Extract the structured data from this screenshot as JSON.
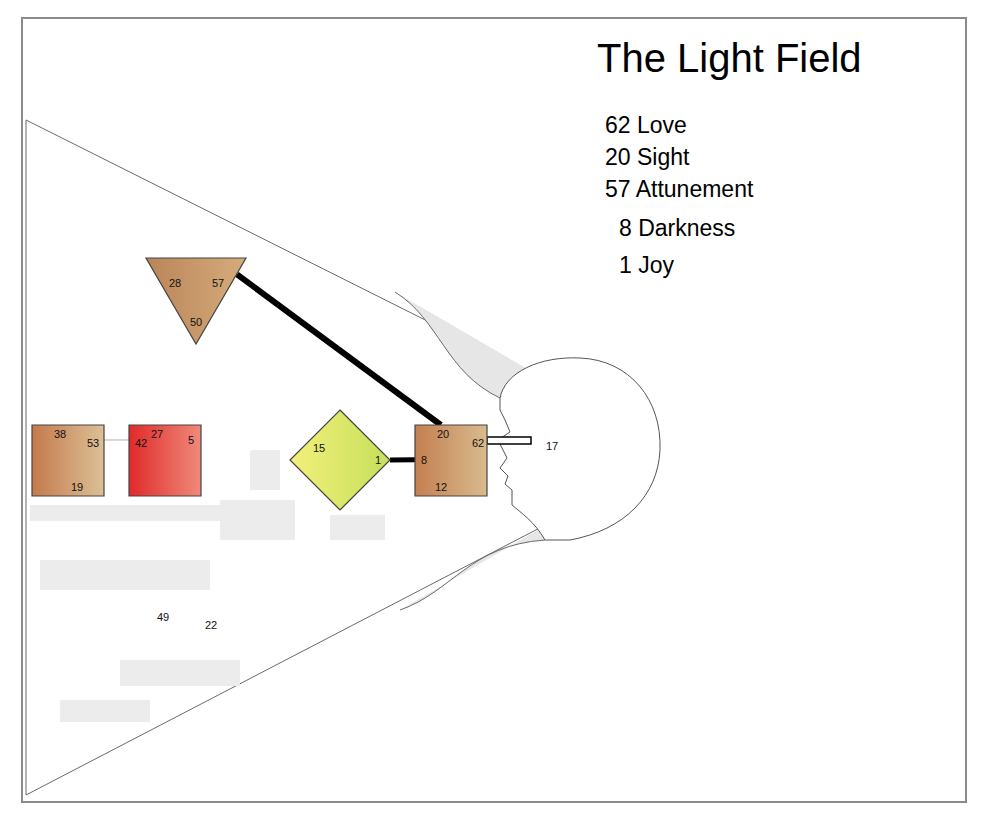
{
  "diagram": {
    "title": "The Light Field",
    "nodes": [
      {
        "text": [
          "28",
          "57",
          "50"
        ]
      },
      {
        "text": [
          "38",
          "53",
          "19"
        ]
      },
      {
        "text": [
          "27",
          "42",
          "5"
        ]
      },
      {
        "text": [
          "15",
          "1"
        ]
      },
      {
        "text": [
          "20",
          "62",
          "8",
          "12"
        ]
      }
    ],
    "edges": [
      {
        "from": 0,
        "to": 4,
        "arrow": "none"
      },
      {
        "from": 3,
        "to": 4,
        "arrow": "none"
      },
      {
        "from": 1,
        "to": 2,
        "arrow": "none"
      }
    ],
    "labels": [
      "62 Love",
      "20 Sight",
      "57 Attunement",
      "8 Darkness",
      "1 Joy",
      "17",
      "49",
      "22"
    ]
  }
}
